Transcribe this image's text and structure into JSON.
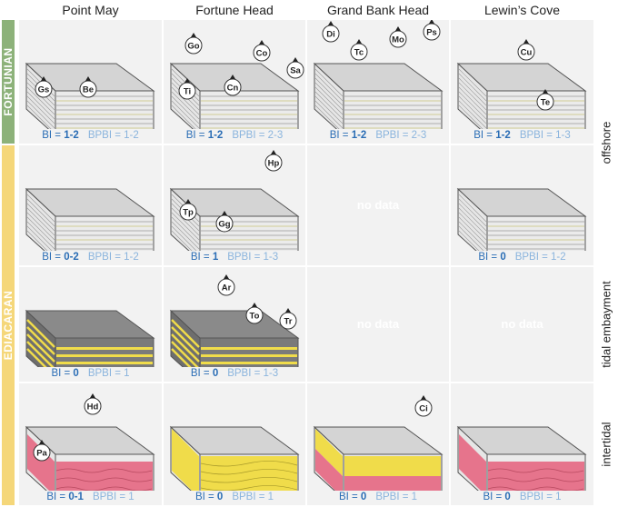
{
  "columns": [
    "Point May",
    "Fortune Head",
    "Grand Bank Head",
    "Lewin’s Cove"
  ],
  "eras": [
    {
      "label": "FORTUNIAN",
      "color": "#8db27a"
    },
    {
      "label": "EDIACARAN",
      "color": "#f5d77a"
    }
  ],
  "environments": [
    "offshore",
    "tidal embayment",
    "intertidal"
  ],
  "no_data_label": "no data",
  "rows": [
    {
      "cells": [
        {
          "type": "gray",
          "bi_label": "BI = ",
          "bi": "1-2",
          "bpbi_label": "BPBI = 1-2",
          "traces": [
            "Gs",
            "Be"
          ]
        },
        {
          "type": "gray",
          "bi_label": "BI = ",
          "bi": "1-2",
          "bpbi_label": "BPBI = 2-3",
          "traces": [
            "Go",
            "Co",
            "Sa",
            "Ti",
            "Cn"
          ]
        },
        {
          "type": "gray",
          "bi_label": "BI = ",
          "bi": "1-2",
          "bpbi_label": "BPBI = 2-3",
          "traces": [
            "Di",
            "Tc",
            "Mo",
            "Ps"
          ]
        },
        {
          "type": "gray",
          "bi_label": "BI = ",
          "bi": "1-2",
          "bpbi_label": "BPBI = 1-3",
          "traces": [
            "Cu",
            "Te"
          ]
        }
      ]
    },
    {
      "cells": [
        {
          "type": "gray",
          "bi_label": "BI = ",
          "bi": "0-2",
          "bpbi_label": "BPBI = 1-2",
          "traces": []
        },
        {
          "type": "gray",
          "bi_label": "BI = ",
          "bi": "1",
          "bpbi_label": "BPBI = 1-3",
          "traces": [
            "Hp",
            "Tp",
            "Gg"
          ]
        },
        {
          "type": "nodata"
        },
        {
          "type": "gray",
          "bi_label": "BI = ",
          "bi": "0",
          "bpbi_label": "BPBI = 1-2",
          "traces": []
        }
      ]
    },
    {
      "cells": [
        {
          "type": "dark",
          "bi_label": "BI = ",
          "bi": "0",
          "bpbi_label": "BPBI = 1",
          "traces": []
        },
        {
          "type": "dark",
          "bi_label": "BI = ",
          "bi": "0",
          "bpbi_label": "BPBI = 1-3",
          "traces": [
            "Ar",
            "To",
            "Tr"
          ]
        },
        {
          "type": "nodata"
        },
        {
          "type": "nodata"
        }
      ]
    },
    {
      "cells": [
        {
          "type": "pink",
          "bi_label": "BI = ",
          "bi": "0-1",
          "bpbi_label": "BPBI = 1",
          "traces": [
            "Hd",
            "Pa"
          ]
        },
        {
          "type": "yellow",
          "bi_label": "BI = ",
          "bi": "0",
          "bpbi_label": "BPBI = 1",
          "traces": []
        },
        {
          "type": "yellowpink",
          "bi_label": "BI = ",
          "bi": "0",
          "bpbi_label": "BPBI = 1",
          "traces": [
            "Ci"
          ]
        },
        {
          "type": "pink",
          "bi_label": "BI = ",
          "bi": "0",
          "bpbi_label": "BPBI = 1",
          "traces": []
        }
      ]
    }
  ],
  "colors": {
    "bi": "#2a6db5",
    "bpbi": "#8ab4dd",
    "cell_bg": "#f2f2f2",
    "top_gray": "#d4d4d4",
    "side_gray": "#e6e6e6",
    "front_gray": "#ebebeb",
    "top_dark": "#8a8a8a",
    "side_dark": "#6e6e6e",
    "front_dark": "#7a7a7a",
    "yellow": "#f0dc4a",
    "pink": "#e6748c"
  }
}
